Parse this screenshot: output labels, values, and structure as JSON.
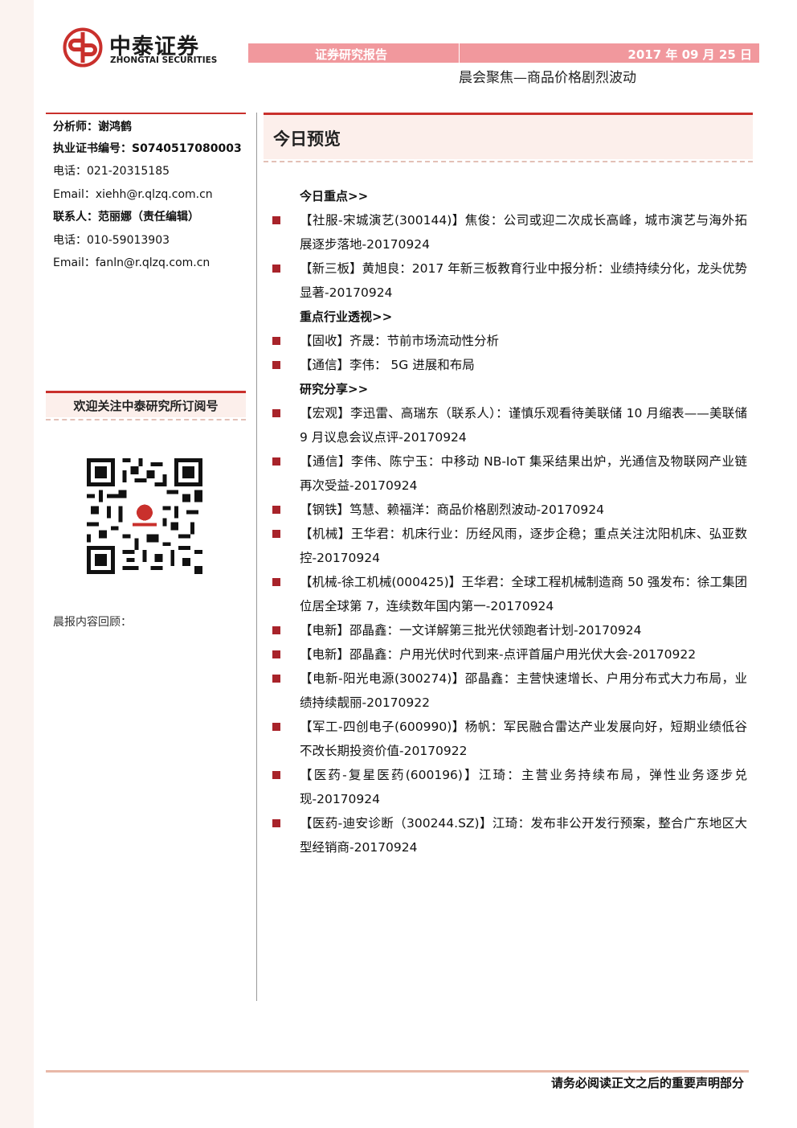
{
  "header": {
    "logo_cn": "中泰证券",
    "logo_en": "ZHONGTAI SECURITIES",
    "report_type": "证券研究报告",
    "date": "2017 年 09 月 25 日",
    "title": "晨会聚焦—商品价格剧烈波动",
    "brand_color": "#c9302c",
    "band_color": "#f1989d"
  },
  "sidebar": {
    "analyst": "分析师：谢鸿鹤",
    "license": "执业证书编号：S0740517080003",
    "phone1": "电话：021-20315185",
    "email1": "Email：xiehh@r.qlzq.com.cn",
    "contact": "联系人：范丽娜（责任编辑）",
    "phone2": "电话：010-59013903",
    "email2": "Email：fanln@r.qlzq.com.cn",
    "follow": "欢迎关注中泰研究所订阅号",
    "review": "晨报内容回顾："
  },
  "main": {
    "preview_title": "今日预览",
    "sections": [
      {
        "heading": "今日重点>>",
        "items": [
          "【社服-宋城演艺(300144)】焦俊：公司或迎二次成长高峰，城市演艺与海外拓展逐步落地-20170924",
          "【新三板】黄旭良：2017 年新三板教育行业中报分析：业绩持续分化，龙头优势显著-20170924"
        ]
      },
      {
        "heading": "重点行业透视>>",
        "items": [
          "【固收】齐晟：节前市场流动性分析",
          "【通信】李伟： 5G 进展和布局"
        ]
      },
      {
        "heading": "研究分享>>",
        "items": [
          "【宏观】李迅雷、高瑞东（联系人）：谨慎乐观看待美联储 10 月缩表——美联储 9 月议息会议点评-20170924",
          "【通信】李伟、陈宁玉：中移动 NB-IoT 集采结果出炉，光通信及物联网产业链再次受益-20170924",
          "【钢铁】笃慧、赖福洋：商品价格剧烈波动-20170924",
          "【机械】王华君：机床行业：历经风雨，逐步企稳；重点关注沈阳机床、弘亚数控-20170924",
          "【机械-徐工机械(000425)】王华君：全球工程机械制造商 50 强发布：徐工集团位居全球第 7，连续数年国内第一-20170924",
          "【电新】邵晶鑫：一文详解第三批光伏领跑者计划-20170924",
          "【电新】邵晶鑫：户用光伏时代到来-点评首届户用光伏大会-20170922",
          "【电新-阳光电源(300274)】邵晶鑫：主营快速增长、户用分布式大力布局，业绩持续靓丽-20170922",
          "【军工-四创电子(600990)】杨帆：军民融合雷达产业发展向好，短期业绩低谷不改长期投资价值-20170922",
          "【医药-复星医药(600196)】江琦：主营业务持续布局，弹性业务逐步兑现-20170924",
          "【医药-迪安诊断（300244.SZ)】江琦：发布非公开发行预案，整合广东地区大型经销商-20170924"
        ]
      }
    ]
  },
  "footer": {
    "notice": "请务必阅读正文之后的重要声明部分"
  }
}
